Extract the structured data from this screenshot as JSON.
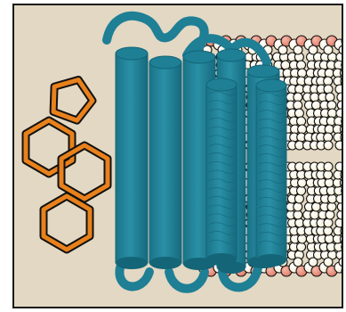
{
  "figure": {
    "background_color": "#e3d8c3",
    "frame_color": "#1a1a1a",
    "steroid": {
      "icon": "steroid-ring-structure-icon",
      "stroke_color": "#e8811c",
      "outline_color": "#111111",
      "ring_sizes": [
        6,
        6,
        6,
        5
      ]
    },
    "protein": {
      "icon": "seven-helix-transmembrane-protein-icon",
      "color": "#1e7f95",
      "shadow_color": "#136577",
      "helix_count": 7
    },
    "membrane": {
      "icon": "lipid-bilayer-icon",
      "headgroup_color": "#e17b68",
      "tail_color": "#f4ecd2",
      "outline_color": "#111111"
    }
  }
}
